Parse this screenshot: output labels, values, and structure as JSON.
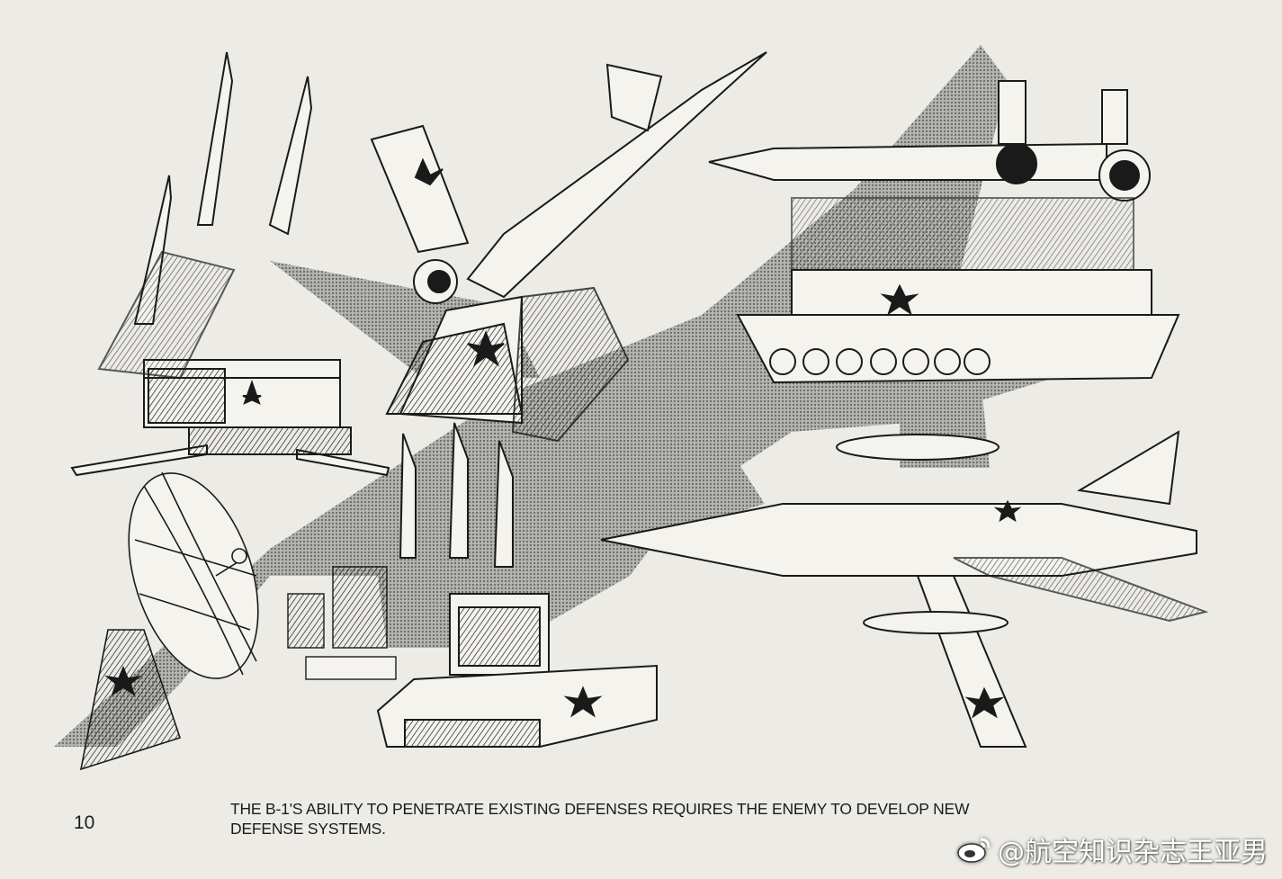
{
  "page": {
    "number": "10",
    "caption_line1": "THE B-1'S ABILITY TO PENETRATE EXISTING DEFENSES REQUIRES THE ENEMY TO DEVELOP NEW",
    "caption_line2": "DEFENSE SYSTEMS."
  },
  "watermark": {
    "text": "@航空知识杂志王亚男",
    "icon": "weibo-icon"
  },
  "illustration": {
    "subjects": [
      "sam-launchers",
      "interceptor-jet",
      "tracked-sam-vehicle",
      "radar-dish",
      "missile-battery",
      "bomber-aircraft"
    ],
    "colors": {
      "paper": "#ecebe6",
      "ink": "#1a1a1a",
      "shadow": "#8a8a8a"
    }
  }
}
